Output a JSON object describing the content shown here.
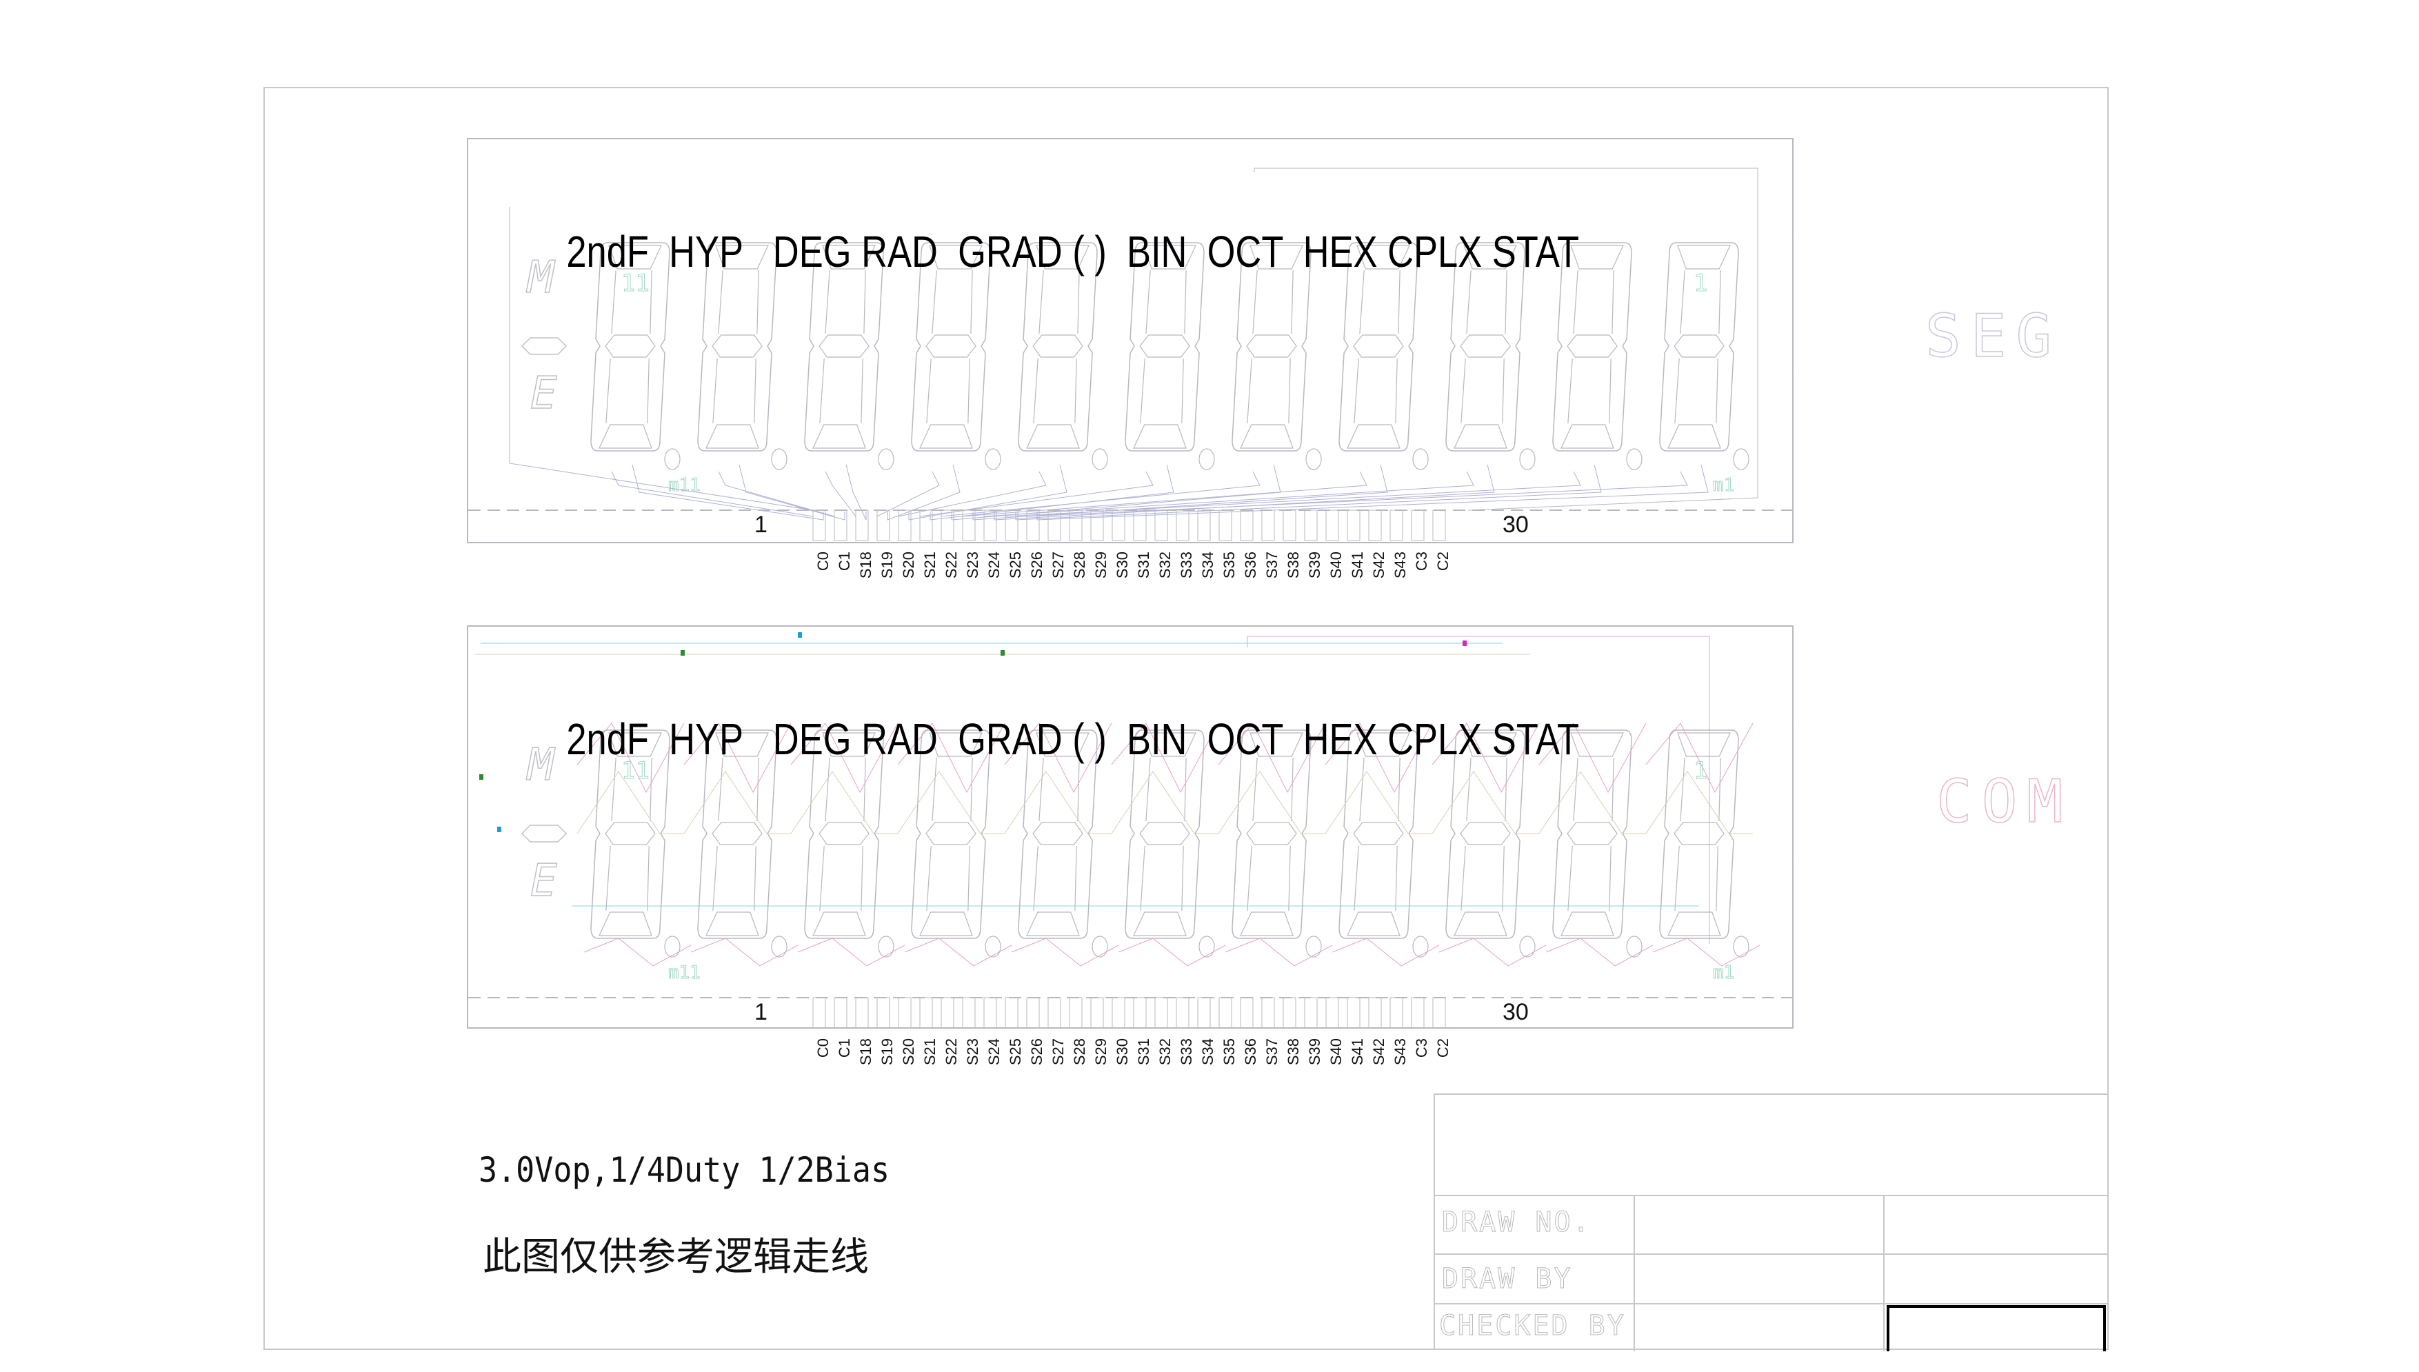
{
  "drawing": {
    "annunciators": [
      "2ndF",
      "HYP",
      "DEG",
      "RAD",
      "GRAD",
      "(",
      ")",
      "BIN",
      "OCT",
      "HEX",
      "CPLX",
      "STAT"
    ],
    "side_symbols": [
      "M",
      "-",
      "E"
    ],
    "digit_count": 11,
    "pin_first_number": "1",
    "pin_last_number": "30",
    "pins": [
      "C0",
      "C1",
      "S18",
      "S19",
      "S20",
      "S21",
      "S22",
      "S23",
      "S24",
      "S25",
      "S26",
      "S27",
      "S28",
      "S29",
      "S30",
      "S31",
      "S32",
      "S33",
      "S34",
      "S35",
      "S36",
      "S37",
      "S38",
      "S39",
      "S40",
      "S41",
      "S42",
      "S43",
      "C3",
      "C2"
    ],
    "panels": [
      {
        "label": "SEG",
        "trace_color": "#b0b0d8"
      },
      {
        "label": "COM",
        "trace_colors": [
          "#e8a0c8",
          "#a0d8e0",
          "#d8d0b0",
          "#30a030"
        ]
      }
    ],
    "digit_labels": {
      "first": "11",
      "last": "1",
      "dot_first": "m11",
      "dot_last": "m1"
    }
  },
  "notes": {
    "spec": "3.0Vop,1/4Duty  1/2Bias",
    "disclaimer": "此图仅供参考逻辑走线"
  },
  "title_block": {
    "rows": [
      {
        "label": "DRAW NO.",
        "value": ""
      },
      {
        "label": "DRAW BY",
        "value": ""
      },
      {
        "label": "CHECKED BY",
        "value": ""
      }
    ]
  },
  "colors": {
    "frame": "#c8c8cc",
    "segment_outline": "#b8b8c0",
    "com_pink": "#e8a0c8",
    "com_cyan": "#88d0e0",
    "com_green": "#2e8b2e",
    "com_magenta": "#e020c0"
  }
}
